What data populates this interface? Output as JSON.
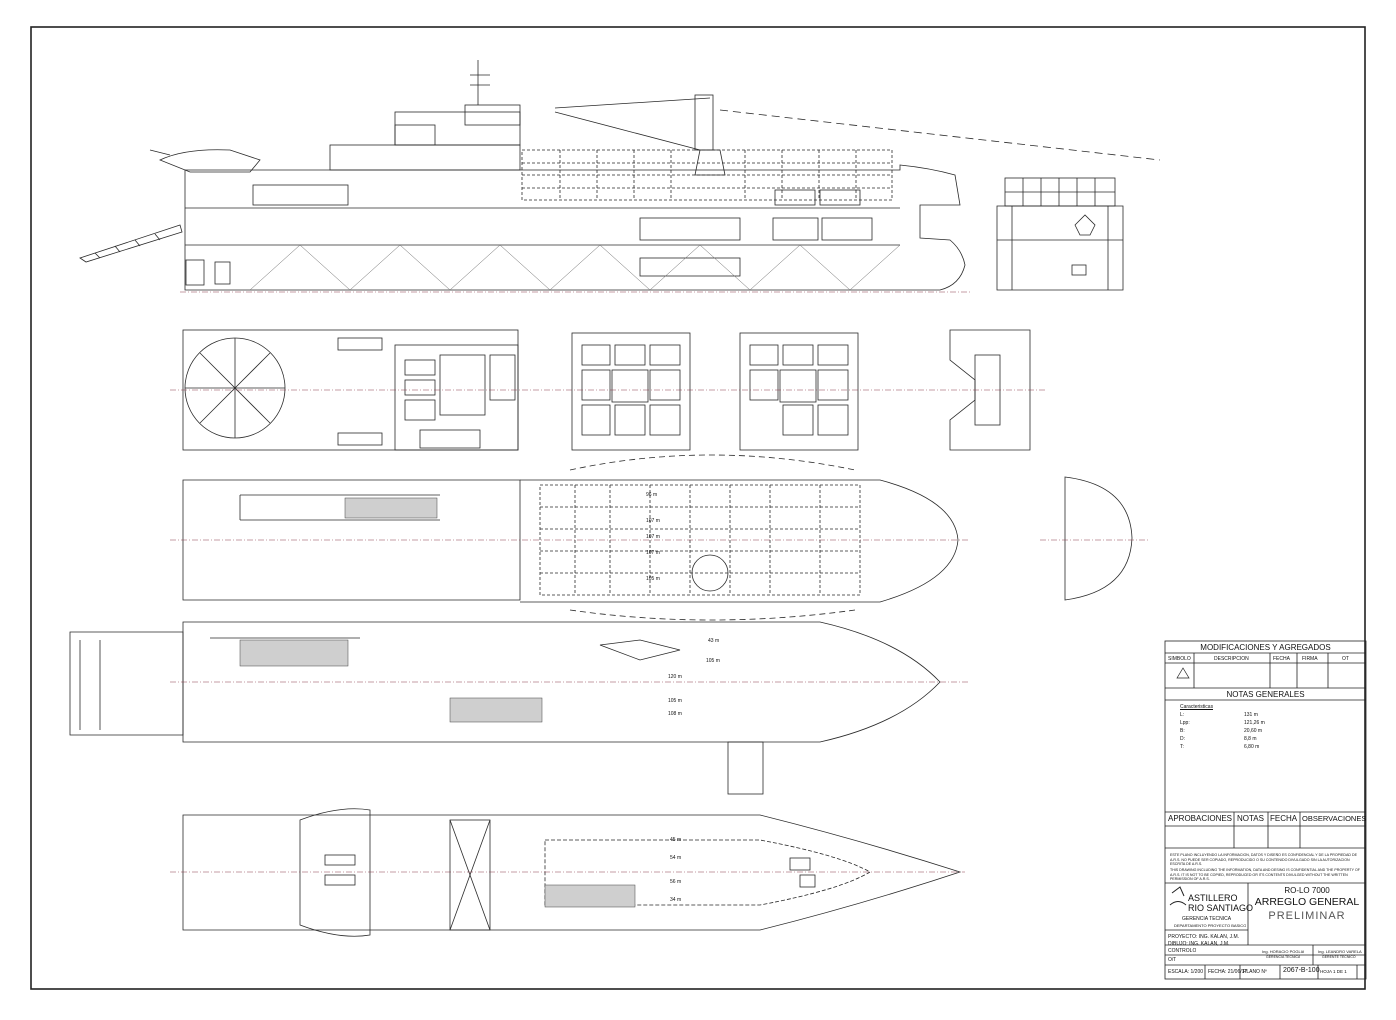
{
  "title_block": {
    "modifications_header": "MODIFICACIONES Y AGREGADOS",
    "mod_columns": [
      "SIMBOLO",
      "DESCRIPCION",
      "FECHA",
      "FIRMA",
      "OT"
    ],
    "notes_header": "NOTAS GENERALES",
    "characteristics_title": "Caracteristicas",
    "characteristics": [
      {
        "key": "L:",
        "value": "131 m"
      },
      {
        "key": "Lpp:",
        "value": "121,26 m"
      },
      {
        "key": "B:",
        "value": "20,60 m"
      },
      {
        "key": "D:",
        "value": "8,8 m"
      },
      {
        "key": "T:",
        "value": "6,80 m"
      }
    ],
    "approvals_columns": [
      "APROBACIONES",
      "NOTAS",
      "FECHA",
      "OBSERVACIONES"
    ],
    "company_line1": "ASTILLERO",
    "company_line2": "RIO SANTIAGO",
    "department1": "GERENCIA TECNICA",
    "department2": "DEPARTAMENTO PROYECTO BASICO",
    "project_code": "RO-LO 7000",
    "drawing_title": "ARREGLO GENERAL",
    "status": "PRELIMINAR",
    "proyecto": "PROYECTO: ING. KALAN, J.M.",
    "dibujo": "DIBUJO: ING. KALAN, J.M.",
    "control": "CONTROLO",
    "ot": "O/T",
    "signature1_name": "Ing. HORACIO POGLIA",
    "signature1_role": "GERENCIA TECNICA",
    "signature2_name": "Ing. LEANDRO VARELA",
    "signature2_role": "GERENTE TECNICO",
    "escala": "ESCALA: 1/200",
    "fecha": "FECHA: 21/06/17",
    "plano_label": "PLANO Nº",
    "plano_number": "2067-B-100",
    "hoja": "HOJA 1 DE 1"
  },
  "disclaimer": {
    "es": "ESTE PLANO INCLUYENDO LA INFORMACION, DATOS Y DISEÑO ES CONFIDENCIAL Y DE LA PROPIEDAD DE A.R.S. NO PUEDE SER COPIADO, REPRODUCIDO O SU CONTENIDO DIVULGADO SIN LA AUTORIZACION ESCRITA DE A.R.S.",
    "en": "THIS DRAWING INCLUDING THE INFORMATION, DATA AND DESING IS CONFIDENTIAL AND THE PROPERTY OF A.R.S. IT IS NOT TO BE COPIED, REPRODUCED OR ITS CONTENTS DIVULGED WITHOUT THE WRITTEN PERMISSION OF A.R.S."
  },
  "deck_labels": {
    "tank_top": [
      "96 m",
      "107 m",
      "107 m",
      "107 m",
      "105 m"
    ],
    "main_deck": [
      "43 m",
      "105 m",
      "120 m",
      "105 m",
      "108 m"
    ],
    "lower_hold": [
      "45 m",
      "54 m",
      "56 m",
      "34 m"
    ]
  },
  "colors": {
    "line": "#2a2a2a",
    "centerline": "#8a3a4a",
    "hatch": "#555555"
  }
}
